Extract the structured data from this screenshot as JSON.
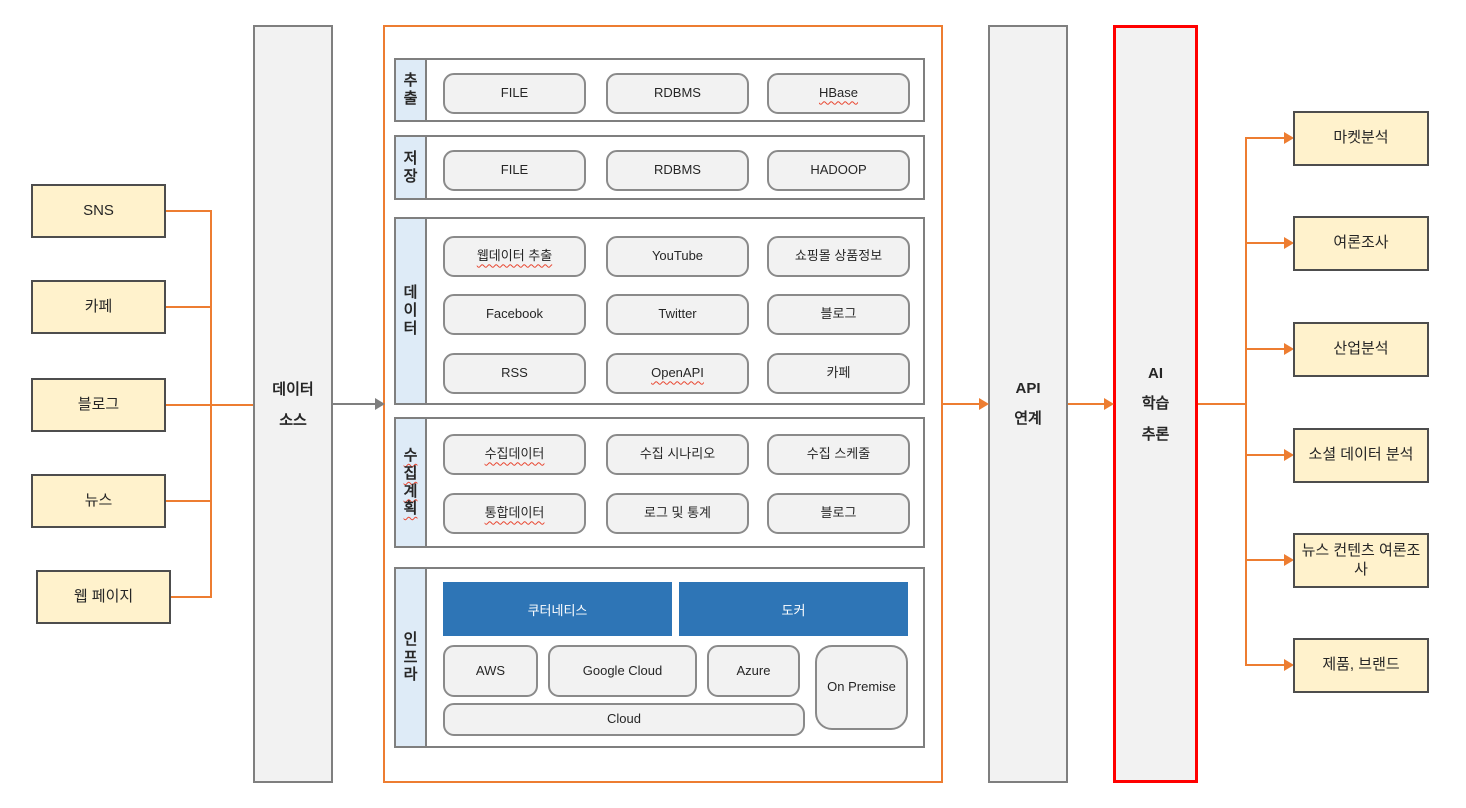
{
  "left_sources": [
    "SNS",
    "카페",
    "블로그",
    "뉴스",
    "웹 페이지"
  ],
  "data_source_panel": {
    "lines": [
      "데이터",
      "소스"
    ]
  },
  "api_panel": {
    "lines": [
      "API",
      "연계"
    ]
  },
  "ai_panel": {
    "lines": [
      "AI",
      "학습",
      "추론"
    ]
  },
  "outputs": [
    "마켓분석",
    "여론조사",
    "산업분석",
    "소셜 데이터 분석",
    "뉴스 컨텐츠 여론조사",
    "제품, 브랜드"
  ],
  "pipeline_sections": [
    {
      "key": "extract",
      "label": "추출",
      "label_misspelled": false,
      "rows": [
        [
          {
            "t": "FILE"
          },
          {
            "t": "RDBMS"
          },
          {
            "t": "HBase",
            "m": true
          }
        ]
      ]
    },
    {
      "key": "store",
      "label": "저장",
      "label_misspelled": false,
      "rows": [
        [
          {
            "t": "FILE"
          },
          {
            "t": "RDBMS"
          },
          {
            "t": "HADOOP"
          }
        ]
      ]
    },
    {
      "key": "data",
      "label": "데이터",
      "label_misspelled": false,
      "rows": [
        [
          {
            "t": "웹데이터 추출",
            "m": true
          },
          {
            "t": "YouTube"
          },
          {
            "t": "쇼핑몰 상품정보"
          }
        ],
        [
          {
            "t": "Facebook"
          },
          {
            "t": "Twitter"
          },
          {
            "t": "블로그"
          }
        ],
        [
          {
            "t": "RSS"
          },
          {
            "t": "OpenAPI",
            "m": true
          },
          {
            "t": "카페"
          }
        ]
      ]
    },
    {
      "key": "collection-plan",
      "label": "수집계획",
      "label_misspelled": true,
      "rows": [
        [
          {
            "t": "수집데이터",
            "m": true
          },
          {
            "t": "수집 시나리오"
          },
          {
            "t": "수집 스케줄"
          }
        ],
        [
          {
            "t": "통합데이터",
            "m": true
          },
          {
            "t": "로그 및 통계"
          },
          {
            "t": "블로그"
          }
        ]
      ]
    },
    {
      "key": "infra",
      "label": "인프라",
      "label_misspelled": false,
      "infra": true
    }
  ],
  "infra": {
    "platforms": [
      "쿠터네티스",
      "도커"
    ],
    "cloud_providers": [
      "AWS",
      "Google Cloud",
      "Azure"
    ],
    "on_premise": "On Premise",
    "cloud": "Cloud"
  },
  "colors": {
    "accent_orange": "#ED7D31",
    "accent_red": "#FF0000",
    "box_yellow": "#FFF2CC",
    "strip_blue": "#DEEBF7",
    "platform_blue": "#2E75B6",
    "panel_gray": "#F2F2F2"
  }
}
